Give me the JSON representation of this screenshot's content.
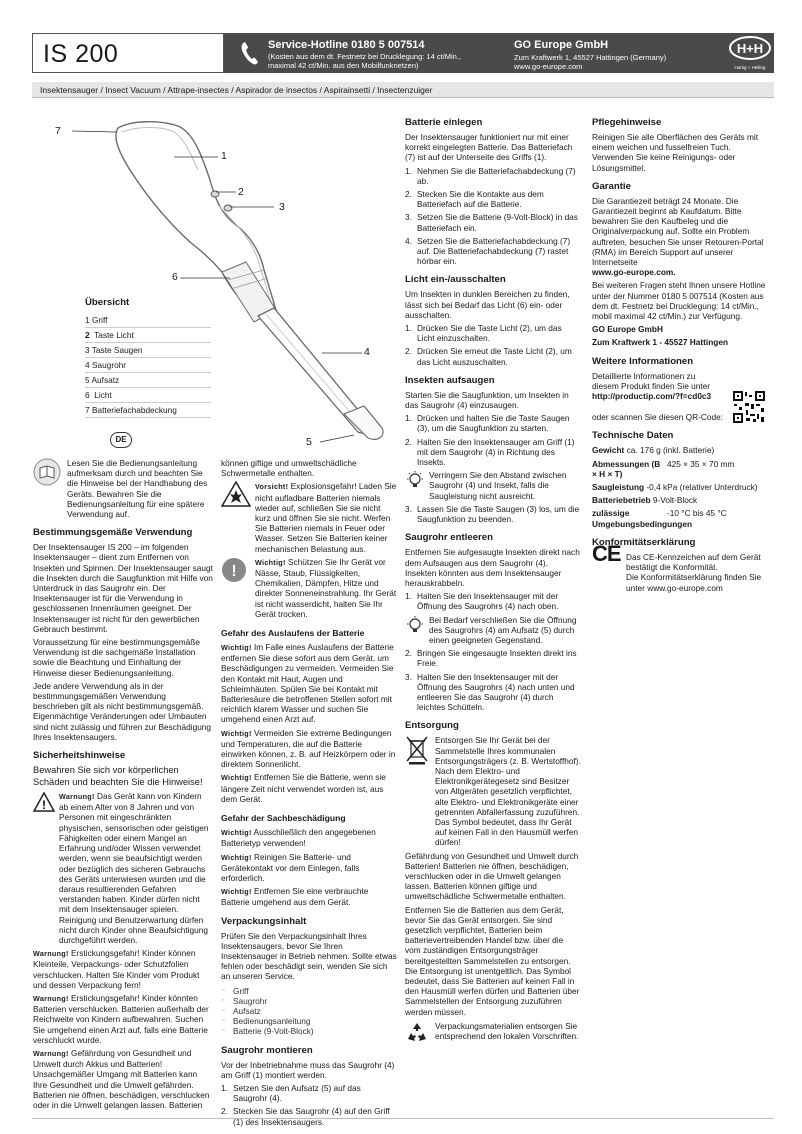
{
  "header": {
    "model": "IS 200",
    "hotline_title": "Service-Hotline  0180 5 007514",
    "hotline_sub": "(Kosten aus dem dt. Festnetz bei Drucklegung: 14 ct/Min., maximal 42 ct/Min. aus den Mobilfunknetzen)",
    "company": "GO Europe GmbH",
    "company_address": "Zum Kraftwerk 1, 45527 Hattingen (Germany)",
    "company_web": "www.go-europe.com",
    "logo_text": "H+H",
    "logo_sub": "Hartig + Helling",
    "subtitle": "Insektensauger / Insect Vacuum / Attrape-insectes / Aspirador de insectos / Aspirainsetti / Insectenzuiger"
  },
  "figure": {
    "callouts": [
      "7",
      "1",
      "2",
      "3",
      "6",
      "4",
      "5"
    ],
    "overview_title": "Übersicht",
    "overview": [
      {
        "num": "1",
        "label": "Griff"
      },
      {
        "num": "2",
        "label": "Taste Licht"
      },
      {
        "num": "3",
        "label": "Taste Saugen"
      },
      {
        "num": "4",
        "label": "Saugrohr"
      },
      {
        "num": "5",
        "label": "Aufsatz"
      },
      {
        "num": "6",
        "label": "Licht"
      },
      {
        "num": "7",
        "label": "Batteriefachabdeckung"
      }
    ],
    "lang_badge": "DE"
  },
  "col1": {
    "intro": "Lesen Sie die Bedienungsanleitung aufmerksam durch und beachten Sie die Hinweise bei der Handhabung des Geräts. Bewahren Sie die Bedienungsanleitung für eine spätere Verwendung auf.",
    "h_use": "Bestimmungsgemäße Verwendung",
    "use_p1": "Der Insektensauger IS 200 – im folgenden Insektensauger – dient zum Entfernen von Insekten und Spinnen. Der Insektensauger saugt die Insekten durch die Saugfunktion mit Hilfe von Unterdruck in das Saugrohr ein. Der Insektensauger ist für die Verwendung in geschlossenen Innenräumen geeignet. Der Insektensauger ist nicht für den gewerblichen Gebrauch bestimmt.",
    "use_p2": "Voraussetzung für eine bestimmungsgemäße Verwendung ist die sachgemäße Installation sowie die Beachtung und Einhaltung der Hinweise dieser Bedienungsanleitung.",
    "use_p3": "Jede andere Verwendung als in der bestimmungsgemäßen Verwendung beschrieben gilt als nicht bestimmungsgemäß. Eigenmächtige Veränderungen oder Umbauten sind nicht zulässig und führen zur Beschädigung Ihres Insektensaugers.",
    "h_safety": "Sicherheitshinweise",
    "safety_lead": "Bewahren Sie sich vor körperlichen Schäden und beachten Sie die Hinweise!",
    "warn1_label": "Warnung!",
    "warn1": "Das Gerät kann von Kindern ab einem Alter von 8 Jahren und von Personen mit eingeschränkten physischen, sensorischen oder geistigen Fähigkeiten oder einem Mangel an Erfahrung und/oder Wissen verwendet werden, wenn sie beaufsichtigt werden oder bezüglich des sicheren Gebrauchs des Geräts unterwiesen wurden und die daraus resultierenden Gefahren verstanden haben. Kinder dürfen nicht mit dem Insektensauger spielen. Reinigung und Benutzerwartung dürfen nicht durch Kinder ohne Beaufsichtigung durchgeführt werden.",
    "warn2_label": "Warnung!",
    "warn2": "Erstickungsgefahr! Kinder können Kleinteile, Verpackungs- oder Schutzfolien verschlucken. Halten Sie Kinder vom Produkt und dessen Verpackung fern!",
    "warn3_label": "Warnung!",
    "warn3": "Erstickungsgefahr! Kinder könnten Batterien verschlucken. Batterien außerhalb der Reichweite von Kindern aufbewahren. Suchen Sie umgehend einen Arzt auf, falls eine Batterie verschluckt wurde.",
    "warn4_label": "Warnung!",
    "warn4": "Gefährdung von Gesundheit und Umwelt durch Akkus und Batterien! Unsachgemäßer Umgang mit Batterien kann Ihre Gesundheit und die Umwelt gefährden. Batterien nie öffnen, beschädigen, verschlucken oder in die Umwelt gelangen lassen. Batterien"
  },
  "col2": {
    "cont": "können giftige und umweltschädliche Schwermetalle enthalten.",
    "caution_label": "Vorsicht!",
    "caution": "Explosionsgefahr! Laden Sie nicht aufladbare Batterien niemals wieder auf, schließen Sie sie nicht kurz und öffnen Sie sie nicht. Werfen Sie Batterien niemals in Feuer oder Wasser. Setzen Sie Batterien keiner mechanischen Belastung aus.",
    "imp1_label": "Wichtig!",
    "imp1": "Schützen Sie Ihr Gerät vor Nässe, Staub, Flüssigkeiten, Chemikalien, Dämpfen, Hitze und direkter Sonneneinstrahlung. Ihr Gerät ist nicht wasserdicht, halten Sie Ihr Gerät trocken.",
    "h_leak": "Gefahr des Auslaufens der Batterie",
    "leak1_label": "Wichtig!",
    "leak1": "Im Falle eines Auslaufens der Batterie entfernen Sie diese sofort aus dem Gerät, um Beschädigungen zu vermeiden. Vermeiden Sie den Kontakt mit Haut, Augen und Schleimhäuten. Spülen Sie bei Kontakt mit Batteriesäure die betroffenen Stellen sofort mit reichlich klarem Wasser und suchen Sie umgehend einen Arzt auf.",
    "leak2_label": "Wichtig!",
    "leak2": "Vermeiden Sie extreme Bedingungen und Temperaturen, die auf die Batterie einwirken können, z. B. auf Heizkörpern oder in direktem Sonnenlicht.",
    "leak3_label": "Wichtig!",
    "leak3": "Entfernen Sie die Batterie, wenn sie längere Zeit nicht verwendet worden ist, aus dem Gerät.",
    "h_damage": "Gefahr der Sachbeschädigung",
    "dmg1_label": "Wichtig!",
    "dmg1": "Ausschließlich den angegebenen Batterietyp verwenden!",
    "dmg2_label": "Wichtig!",
    "dmg2": "Reinigen Sie Batterie- und Gerätekontakt vor dem Einlegen, falls erforderlich.",
    "dmg3_label": "Wichtig!",
    "dmg3": "Entfernen Sie eine verbrauchte Batterie umgehend aus dem Gerät.",
    "h_package": "Verpackungsinhalt",
    "package_intro": "Prüfen Sie den Verpackungsinhalt Ihres Insektensaugers, bevor Sie Ihren Insektensauger in Betrieb nehmen. Sollte etwas fehlen oder beschädigt sein, wenden Sie sich an unseren Service.",
    "package_items": [
      "Griff",
      "Saugrohr",
      "Aufsatz",
      "Bedienungsanleitung",
      "Batterie (9-Volt-Block)"
    ],
    "h_mount": "Saugrohr montieren",
    "mount_intro": "Vor der Inbetriebnahme muss das Saugrohr (4) am Griff (1) montiert werden.",
    "mount_steps": [
      "Setzen Sie den Aufsatz (5) auf das Saugrohr (4).",
      "Stecken Sie das Saugrohr (4) auf den Griff (1) des Insektensaugers."
    ]
  },
  "col3": {
    "h_battery": "Batterie einlegen",
    "battery_intro": "Der Insektensauger funktioniert nur mit einer korrekt eingelegten Batterie. Das Batteriefach (7) ist auf der Unterseite des Griffs (1).",
    "battery_steps": [
      "Nehmen Sie die Batteriefachabdeckung (7) ab.",
      "Stecken Sie die Kontakte aus dem Batteriefach auf die Batterie.",
      "Setzen Sie die Batterie (9-Volt-Block) in das Batteriefach ein.",
      "Setzen Sie die Batteriefachabdeckung (7) auf. Die Batteriefachabdeckung (7) rastet hörbar ein."
    ],
    "h_light": "Licht ein-/ausschalten",
    "light_intro": "Um Insekten in dunklen Bereichen zu finden, lässt sich bei Bedarf das Licht (6) ein- oder ausschalten.",
    "light_steps": [
      "Drücken Sie die Taste Licht (2), um das Licht einzuschalten.",
      "Drücken Sie erneut die Taste Licht (2), um das Licht auszuschalten."
    ],
    "h_suck": "Insekten aufsaugen",
    "suck_intro": "Starten Sie die Saugfunktion, um Insekten in das Saugrohr (4) einzusaugen.",
    "suck_steps": [
      "Drücken und halten Sie die Taste Saugen (3), um die Saugfunktion zu starten.",
      "Halten Sie den Insektensauger am Griff (1) mit dem Saugrohr (4) in Richtung des Insekts."
    ],
    "suck_tip": "Verringern Sie den Abstand zwischen Saugrohr (4) und Insekt, falls die Saugleistung nicht ausreicht.",
    "suck_step3": "Lassen Sie die Taste Saugen (3) los, um die Saugfunktion zu beenden.",
    "h_empty": "Saugrohr entleeren",
    "empty_intro": "Entfernen Sie aufgesaugte Insekten direkt nach dem Aufsaugen aus dem Saugrohr (4). Insekten könnten aus dem Insektensauger herauskrabbeln.",
    "empty_step1": "Halten Sie den Insektensauger mit der Öffnung des Saugrohrs (4) nach oben.",
    "empty_tip": "Bei Bedarf verschließen Sie die Öffnung des Saugrohrs (4) am Aufsatz (5) durch einen geeigneten Gegenstand.",
    "empty_step2": "Bringen Sie eingesaugte Insekten direkt ins Freie.",
    "empty_step3": "Halten Sie den Insektensauger mit der Öffnung des Saugrohrs (4) nach unten und entleeren Sie das Saugrohr (4) durch leichtes Schütteln.",
    "h_disposal": "Entsorgung",
    "disposal_p1": "Entsorgen Sie Ihr Gerät bei der Sammelstelle Ihres kommunalen Entsorgungsträgers (z. B. Wertstoffhof). Nach dem Elektro- und Elektronikgerätegesetz sind Besitzer von Altgeräten gesetzlich verpflichtet, alte Elektro- und Elektronikgeräte einer getrennten Abfallerfassung zuzuführen. Das Symbol bedeutet, dass Ihr Gerät auf keinen Fall in den Hausmüll werfen dürfen!",
    "disposal_p2": "Gefährdung von Gesundheit und Umwelt durch Batterien! Batterien nie öffnen, beschädigen, verschlucken oder in die Umwelt gelangen lassen. Batterien können giftige und umweltschädliche Schwermetalle enthalten.",
    "disposal_p3": "Entfernen Sie die Batterien aus dem Gerät, bevor Sie das Gerät entsorgen. Sie sind gesetzlich verpflichtet, Batterien beim batterievertreibenden Handel bzw. über die vom zuständigen Entsorgungsträger bereitgestellten Sammelstellen zu entsorgen. Die Entsorgung ist unentgeltlich. Das Symbol bedeutet, dass Sie Batterien auf keinen Fall in den Hausmüll werfen dürfen und Batterien über Sammelstellen der Entsorgung zuzuführen werden müssen.",
    "disposal_pack": "Verpackungsmaterialien entsorgen Sie entsprechend den lokalen Vorschriften."
  },
  "col4": {
    "h_care": "Pflegehinweise",
    "care": "Reinigen Sie alle Oberflächen des Geräts mit einem weichen und fusselfreien Tuch. Verwenden Sie keine Reinigungs- oder Lösungsmittel.",
    "h_warranty": "Garantie",
    "warranty": "Die Garantiezeit beträgt 24 Monate. Die Garantiezeit beginnt ab Kaufdatum. Bitte bewahren Sie den Kaufbeleg und die Originalverpackung auf. Sollte ein Problem auftreten, besuchen Sie unser Retouren-Portal (RMA) im Bereich Support auf unserer Internetseite",
    "warranty_web": "www.go-europe.com.",
    "questions": "Bei weiteren Fragen steht Ihnen unsere Hotline unter der Nummer 0180 5 007514 (Kosten aus dem dt. Festnetz bei Drucklegung: 14 ct/Min., mobil maximal 42 ct/Min.) zur Verfügung.",
    "company": "GO Europe GmbH",
    "address": "Zum Kraftwerk 1 - 45527 Hattingen",
    "h_info": "Weitere Informationen",
    "info_text": "Detaillierte Informationen zu diesem Produkt finden Sie unter",
    "info_url": "http://productip.com/?f=cd0c3",
    "info_qr": "oder scannen Sie diesen QR-Code:",
    "h_tech": "Technische Daten",
    "specs": [
      {
        "k": "Gewicht",
        "v": "ca. 176 g (inkl. Batterie)"
      },
      {
        "k": "Abmessungen (B × H × T)",
        "v": "425 × 35 × 70 mm"
      },
      {
        "k": "Saugleistung",
        "v": "-0,4 kPa (relativer Unterdruck)"
      },
      {
        "k": "Batteriebetrieb",
        "v": "9-Volt-Block"
      },
      {
        "k": "zulässige Umgebungsbedingungen",
        "v": "-10 °C bis 45 °C"
      }
    ],
    "h_conform": "Konformitätserklärung",
    "ce_mark": "CE",
    "conform1": "Das CE-Kennzeichen auf dem Gerät bestätigt die Konformität.",
    "conform2": "Die Konformitätserklärung finden Sie unter www.go-europe.com"
  },
  "colors": {
    "dark_bar": "#4a4a4a",
    "subheader_bg": "#e6e6e6",
    "text": "#1a1a1a"
  }
}
